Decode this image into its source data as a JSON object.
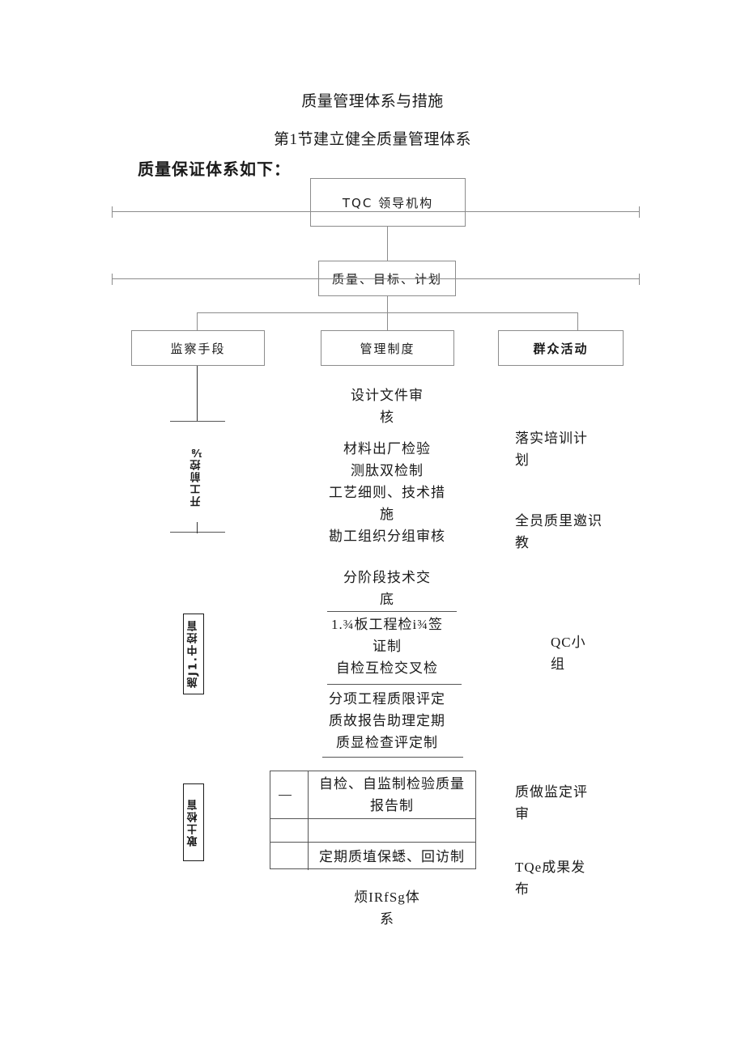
{
  "document": {
    "title": "质量管理体系与措施",
    "subtitle": "第1节建立健全质量管理体系",
    "lead": "质量保证体系如下："
  },
  "diagram": {
    "nodes": {
      "top": "TQC 领导机构",
      "second": "质量、目标、计划",
      "branch_left": "监察手段",
      "branch_center": "管理制度",
      "branch_right": "群众活动"
    },
    "vertical_labels": {
      "stage1": "开工前控⅛",
      "stage2": "施J1.中控盲",
      "stage3": "敢土检盲"
    },
    "center_column": {
      "group1": [
        "设计文件审",
        "核",
        "材料出厂检验",
        "测肽双检制",
        "工艺细则、技术措",
        "施",
        "勘工组织分组审核"
      ],
      "group2": [
        "分阶段技术交",
        "底"
      ],
      "group3": [
        "1.¾板工程检i¾签",
        "证制",
        "自检互检交叉检"
      ],
      "group4": [
        "分项工程质限评定",
        "质故报告助理定期",
        "质显检查评定制"
      ]
    },
    "table": {
      "rows": [
        {
          "marker": "dash",
          "text": "自检、自监制检验质量报告制"
        },
        {
          "marker": "",
          "text": ""
        },
        {
          "marker": "",
          "text": "定期质埴保蟋、回访制"
        }
      ]
    },
    "right_column": [
      "落实培训计",
      "划",
      "全员质里邀识",
      "教",
      "QC小",
      "组",
      "质做监定评",
      "审",
      "TQe成果发",
      "布"
    ],
    "footer": [
      "烦IRfSg体",
      "系"
    ]
  },
  "colors": {
    "ink": "#1a1a1a",
    "line": "#8c8c8c",
    "rule": "#555555",
    "background": "#ffffff"
  }
}
